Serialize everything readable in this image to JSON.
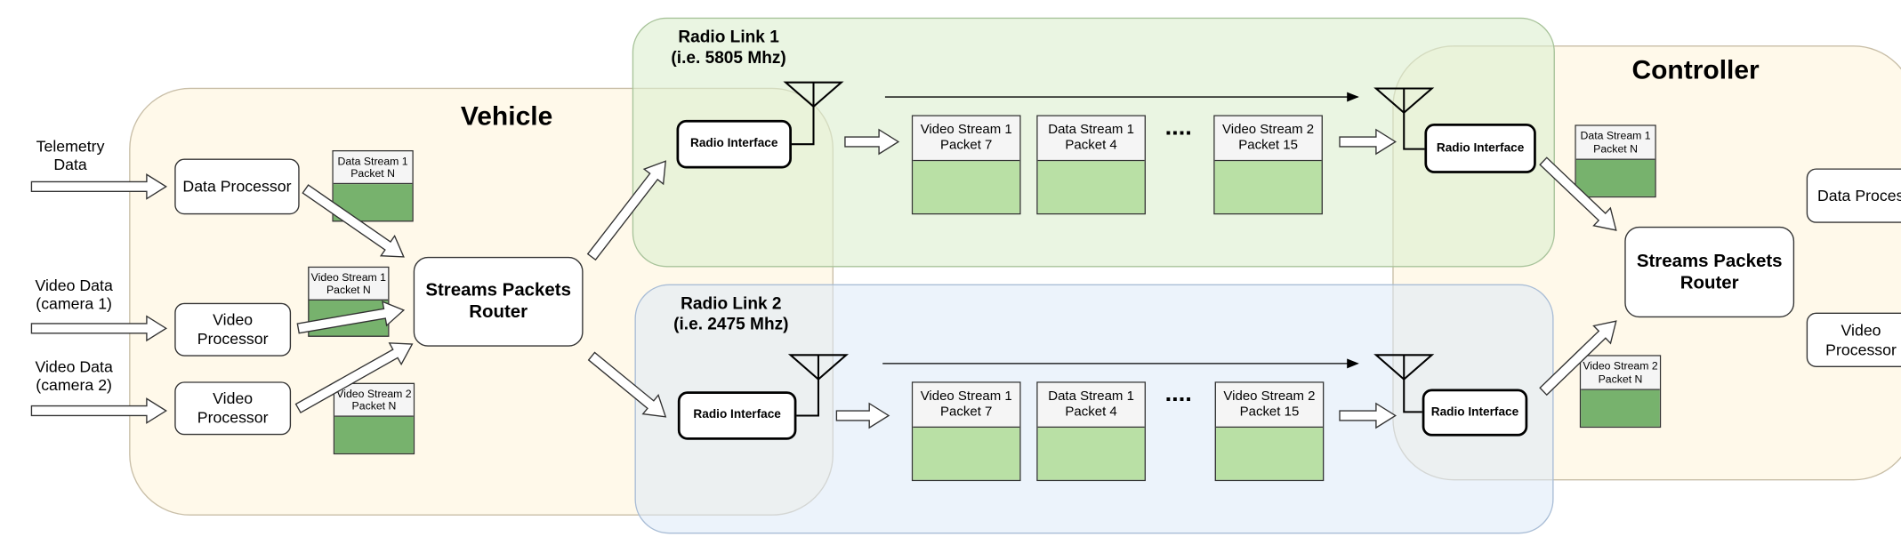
{
  "regions": {
    "vehicle": "Vehicle",
    "controller": "Controller",
    "radio_link_1": "Radio Link 1\n(i.e. 5805 Mhz)",
    "radio_link_2": "Radio Link 2\n(i.e. 2475 Mhz)"
  },
  "inputs": {
    "telemetry": "Telemetry\nData",
    "video1": "Video Data\n(camera 1)",
    "video2": "Video Data\n(camera 2)"
  },
  "vehicle": {
    "data_processor": "Data Processor",
    "video_processor_1": "Video\nProcessor",
    "video_processor_2": "Video\nProcessor",
    "router": "Streams Packets\nRouter",
    "packet_data": "Data Stream 1\nPacket N",
    "packet_video1": "Video Stream 1\nPacket N",
    "packet_video2": "Video Stream 2\nPacket N"
  },
  "link1": {
    "radio_tx": "Radio Interface",
    "radio_rx": "Radio Interface",
    "packet_a": "Video Stream 1\nPacket 7",
    "packet_b": "Data Stream 1\nPacket 4",
    "packet_c": "Video Stream 2\nPacket 15",
    "ellipsis": "...."
  },
  "link2": {
    "radio_tx": "Radio Interface",
    "radio_rx": "Radio Interface",
    "packet_a": "Video Stream 1\nPacket 7",
    "packet_b": "Data Stream 1\nPacket 4",
    "packet_c": "Video Stream 2\nPacket 15",
    "ellipsis": "...."
  },
  "controller": {
    "router": "Streams Packets\nRouter",
    "data_processor": "Data Proces",
    "video_processor": "Video\nProcessor",
    "packet_data": "Data Stream 1\nPacket N",
    "packet_video2": "Video Stream 2\nPacket N"
  },
  "colors": {
    "vehicle_fill": "#fff8e8",
    "controller_fill": "#fff8e8",
    "link1_fill": "#e3f2d9",
    "link2_fill": "#e9f1fb",
    "packet_green_dark": "#77b26d",
    "packet_green_light": "#b9e0a5"
  }
}
